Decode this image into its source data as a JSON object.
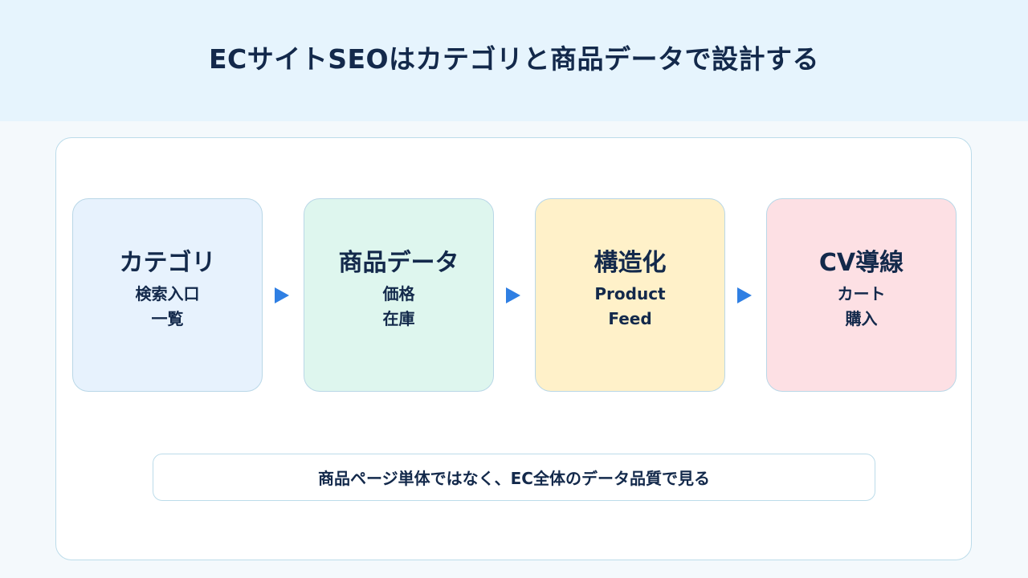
{
  "title": "ECサイトSEOはカテゴリと商品データで設計する",
  "cards": [
    {
      "title": "カテゴリ",
      "lines": [
        "検索入口",
        "一覧"
      ],
      "color": "#e7f2fd"
    },
    {
      "title": "商品データ",
      "lines": [
        "価格",
        "在庫"
      ],
      "color": "#def6ee"
    },
    {
      "title": "構造化",
      "lines": [
        "Product",
        "Feed"
      ],
      "color": "#fff1c9"
    },
    {
      "title": "CV導線",
      "lines": [
        "カート",
        "購入"
      ],
      "color": "#fde0e4"
    }
  ],
  "arrow_color": "#2f7fe3",
  "note": "商品ページ単体ではなく、EC全体のデータ品質で見る"
}
